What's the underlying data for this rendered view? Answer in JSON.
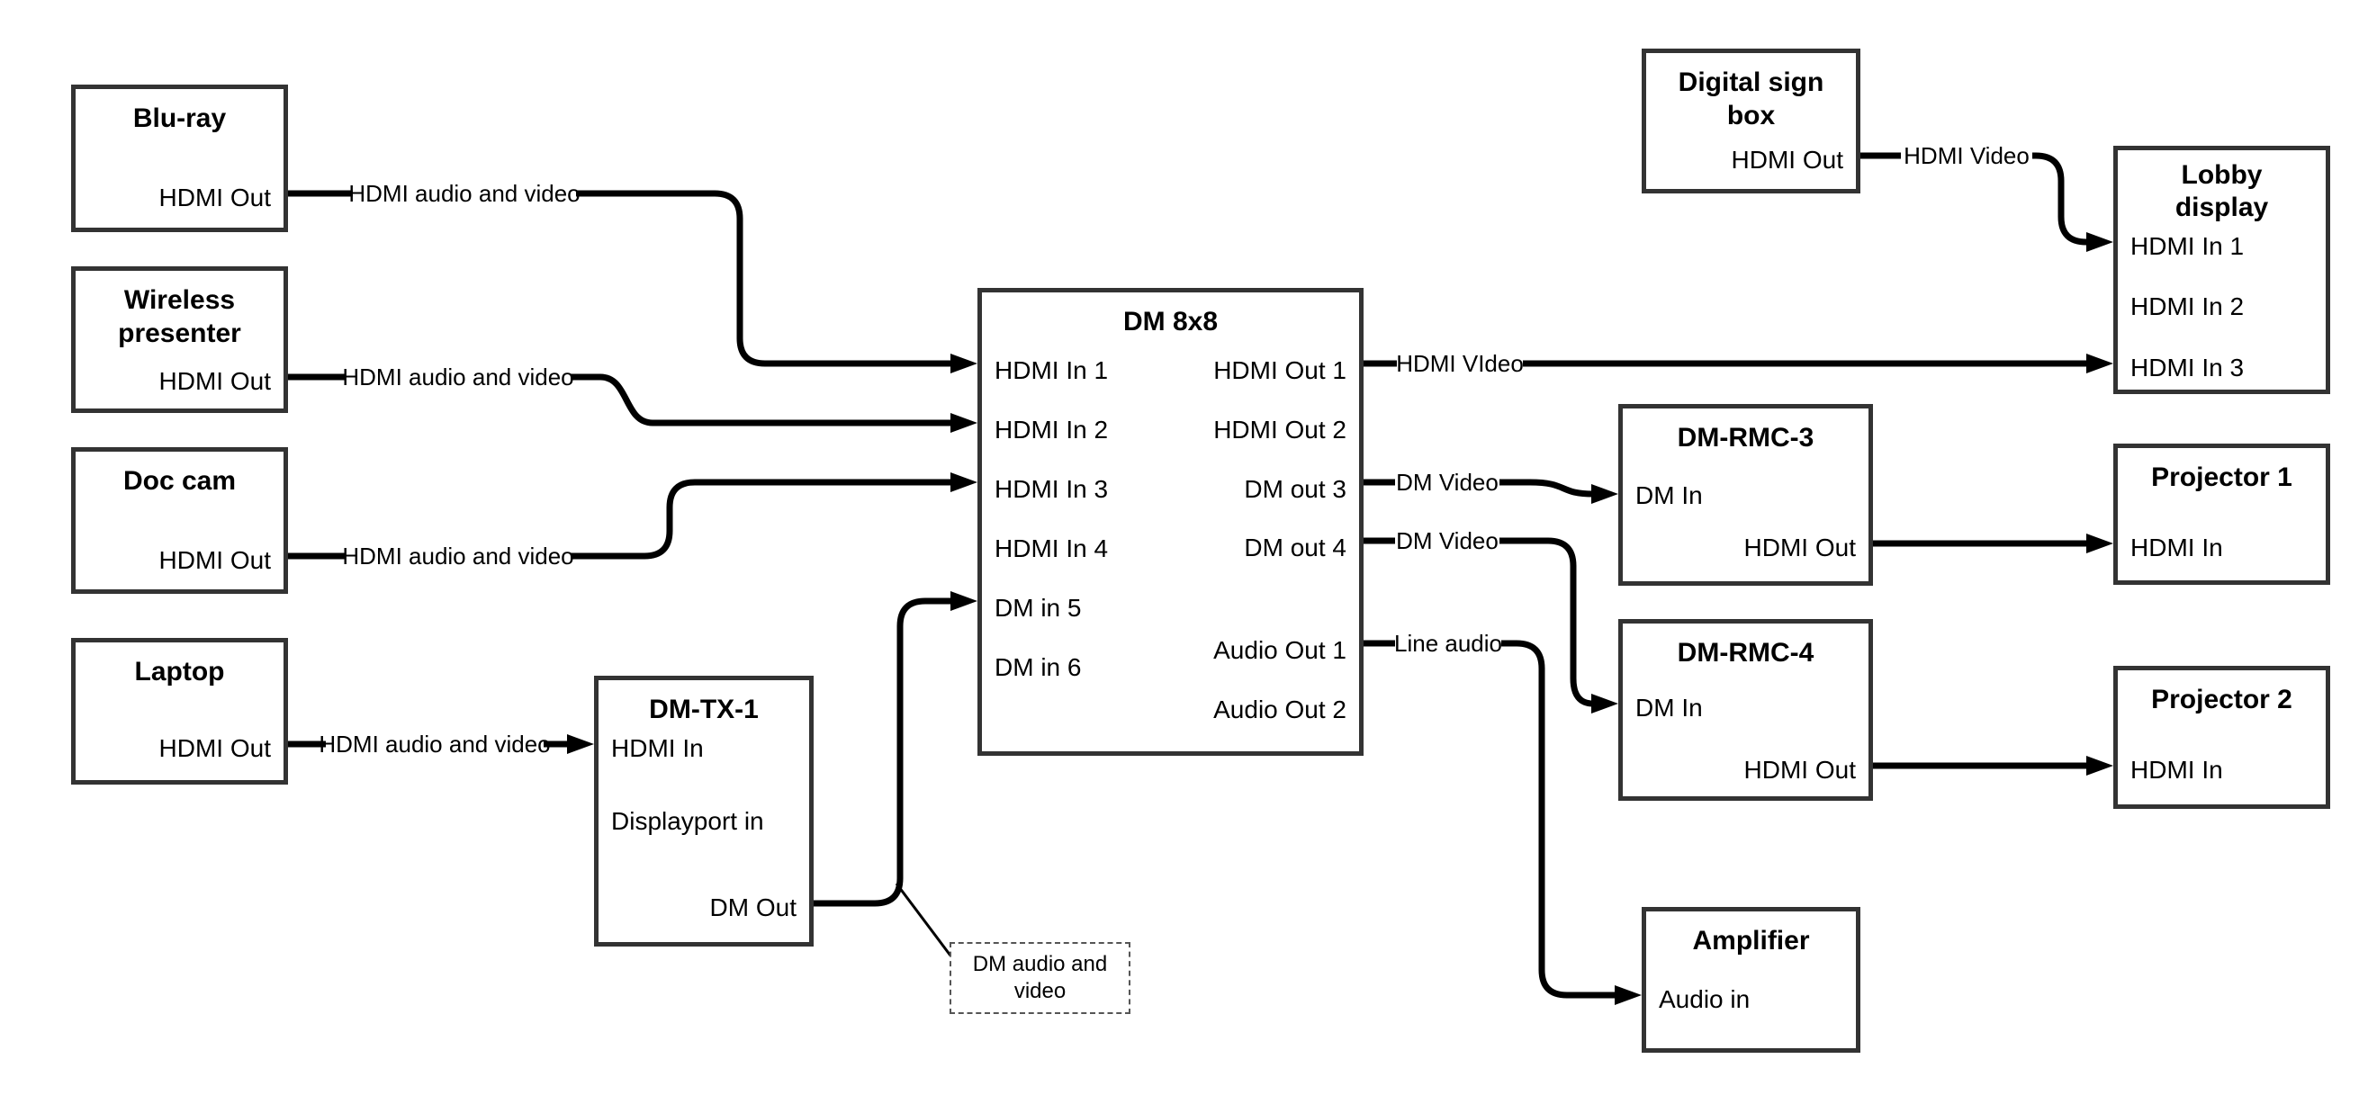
{
  "colors": {
    "wire": "#000000",
    "box_border": "#333333",
    "background": "#ffffff",
    "text": "#000000"
  },
  "nodes": {
    "bluray": {
      "title": "Blu-ray",
      "ports": {
        "hdmi_out": "HDMI Out"
      }
    },
    "wireless": {
      "title": "Wireless presenter",
      "ports": {
        "hdmi_out": "HDMI Out"
      }
    },
    "doc_cam": {
      "title": "Doc cam",
      "ports": {
        "hdmi_out": "HDMI Out"
      }
    },
    "laptop": {
      "title": "Laptop",
      "ports": {
        "hdmi_out": "HDMI Out"
      }
    },
    "dm_tx_1": {
      "title": "DM-TX-1",
      "ports": {
        "hdmi_in": "HDMI In",
        "displayport_in": "Displayport in",
        "dm_out": "DM Out"
      }
    },
    "dm_8x8": {
      "title": "DM 8x8",
      "ports": {
        "hdmi_in_1": "HDMI In 1",
        "hdmi_in_2": "HDMI In 2",
        "hdmi_in_3": "HDMI In 3",
        "hdmi_in_4": "HDMI In 4",
        "dm_in_5": "DM in 5",
        "dm_in_6": "DM in 6",
        "hdmi_out_1": "HDMI Out 1",
        "hdmi_out_2": "HDMI Out 2",
        "dm_out_3": "DM out 3",
        "dm_out_4": "DM out 4",
        "audio_out_1": "Audio Out 1",
        "audio_out_2": "Audio Out 2"
      }
    },
    "digital_sign_box": {
      "title": "Digital sign box",
      "ports": {
        "hdmi_out": "HDMI Out"
      }
    },
    "lobby_display": {
      "title": "Lobby display",
      "ports": {
        "hdmi_in_1": "HDMI In 1",
        "hdmi_in_2": "HDMI In 2",
        "hdmi_in_3": "HDMI In 3"
      }
    },
    "dm_rmc_3": {
      "title": "DM-RMC-3",
      "ports": {
        "dm_in": "DM In",
        "hdmi_out": "HDMI Out"
      }
    },
    "projector_1": {
      "title": "Projector 1",
      "ports": {
        "hdmi_in": "HDMI In"
      }
    },
    "dm_rmc_4": {
      "title": "DM-RMC-4",
      "ports": {
        "dm_in": "DM In",
        "hdmi_out": "HDMI Out"
      }
    },
    "projector_2": {
      "title": "Projector 2",
      "ports": {
        "hdmi_in": "HDMI In"
      }
    },
    "amplifier": {
      "title": "Amplifier",
      "ports": {
        "audio_in": "Audio in"
      }
    }
  },
  "wire_labels": {
    "bluray_to_dm8x8": "HDMI audio and video",
    "wireless_to_dm8x8": "HDMI audio and video",
    "doccam_to_dm8x8": "HDMI audio and video",
    "laptop_to_dmtx1": "HDMI audio and video",
    "hdmiout1_to_lobby": "HDMI VIdeo",
    "digitalsign_to_lobby": "HDMI Video",
    "dmout3_to_rmc3": "DM Video",
    "dmout4_to_rmc4": "DM Video",
    "audioout1_to_amp": "Line audio"
  },
  "note": {
    "text": "DM audio and video"
  }
}
